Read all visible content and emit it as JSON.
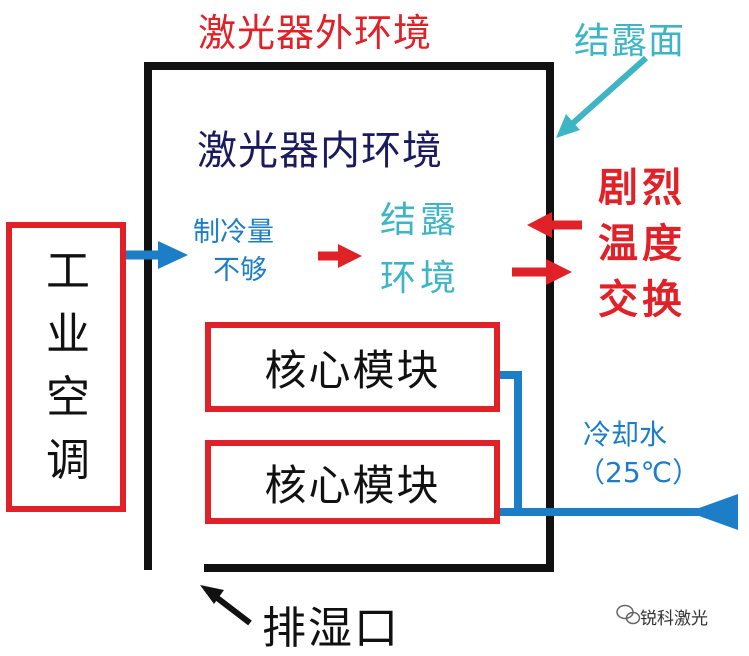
{
  "titles": {
    "outer_environment": "激光器外环境",
    "condensation_surface": "结露面",
    "inner_environment": "激光器内环境"
  },
  "air_conditioner": {
    "label": "工业空调",
    "chars": [
      "工",
      "业",
      "空",
      "调"
    ]
  },
  "cooling": {
    "line1": "制冷量",
    "line2": "不够"
  },
  "condensation": {
    "line1": "结露",
    "line2": "环境"
  },
  "exchange": {
    "line1": "剧烈",
    "line2": "温度",
    "line3": "交换"
  },
  "modules": [
    {
      "label": "核心模块"
    },
    {
      "label": "核心模块"
    }
  ],
  "cooling_water": {
    "line1": "冷却水",
    "line2": "（25℃）"
  },
  "drain": {
    "label": "排湿口"
  },
  "watermark": {
    "text": "锐科激光",
    "icon": "wechat-icon"
  },
  "colors": {
    "red": "#e02128",
    "blue": "#1b7ec6",
    "cyan": "#3db5c4",
    "navy": "#1b1a5e",
    "black": "#111111"
  }
}
